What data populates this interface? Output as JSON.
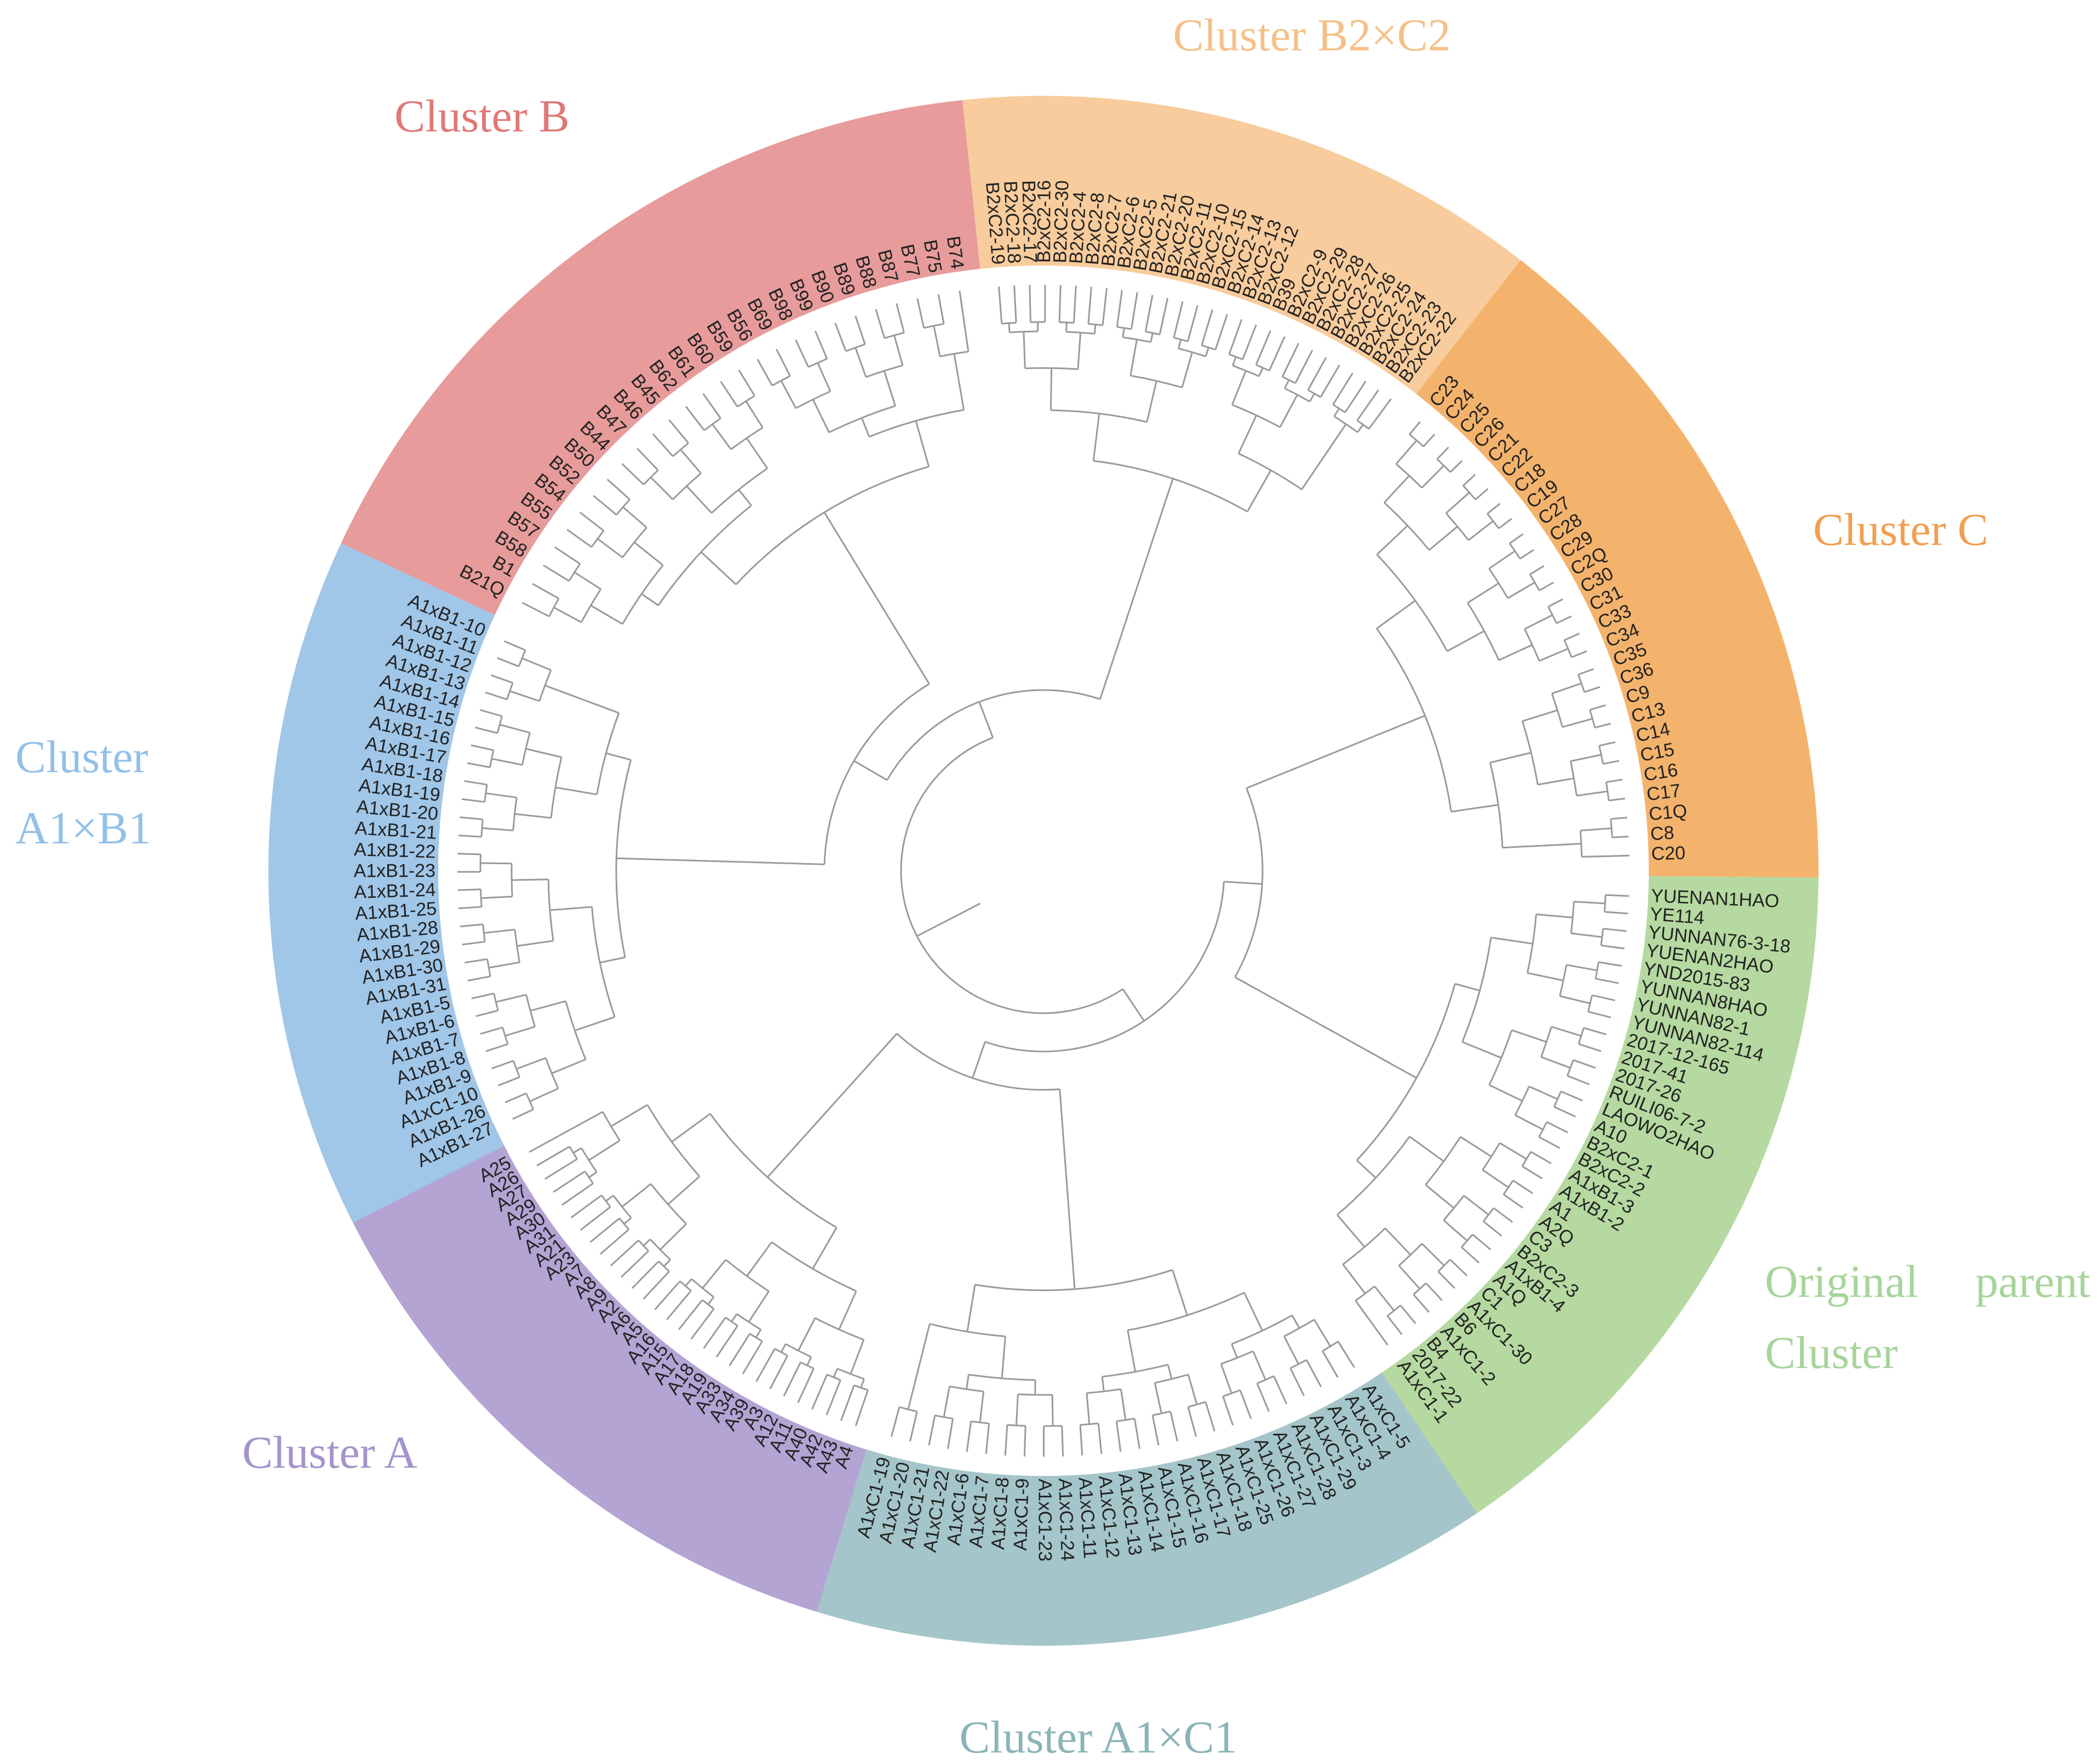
{
  "colors": {
    "cluster_b": "#e79b9b",
    "cluster_b2c2": "#f8cc9c",
    "cluster_c": "#f4b36c",
    "original_parent": "#b5d9a0",
    "cluster_a1c1": "#a4c5c9",
    "cluster_a": "#b3a4d4",
    "cluster_a1b1": "#a0c6e8",
    "branch": "#9a9a9a",
    "label_b": "#e07878",
    "label_b2c2": "#f5c088",
    "label_c": "#f0a050",
    "label_parent": "#a8d49a",
    "label_a1c1": "#8ab4b8",
    "label_a": "#a593cc",
    "label_a1b1": "#92c0e8"
  },
  "cluster_labels": {
    "cluster_b": "Cluster B",
    "cluster_b2c2": "Cluster B2×C2",
    "cluster_c": "Cluster C",
    "cluster_a1b1_line1": "Cluster",
    "cluster_a1b1_line2": "A1×B1",
    "original_parent_line1": "Original",
    "original_parent_word2": "parent",
    "original_parent_line2": "Cluster",
    "cluster_a": "Cluster A",
    "cluster_a1c1": "Cluster A1×C1"
  },
  "leaves": {
    "cluster_c": [
      "C23",
      "C24",
      "C25",
      "C26",
      "C21",
      "C22",
      "C18",
      "C19",
      "C27",
      "C28",
      "C29",
      "C2Q",
      "C30",
      "C31",
      "C33",
      "C34",
      "C35",
      "C36",
      "C9",
      "C13",
      "C14",
      "C15",
      "C16",
      "C17",
      "C1Q",
      "C8",
      "C20"
    ],
    "original_parent": [
      "YUENAN1HAO",
      "YE114",
      "YUNNAN76-3-18",
      "YUENAN2HAO",
      "YND2015-83",
      "YUNNAN8HAO",
      "YUNNAN82-1",
      "YUNNAN82-114",
      "2017-12-165",
      "2017-41",
      "2017-26",
      "RUILI06-7-2",
      "LAOWO2HAO",
      "A10",
      "B2xC2-1",
      "B2xC2-2",
      "A1xB1-3",
      "A1xB1-2",
      "A1",
      "A2Q",
      "C3",
      "B2xC2-3",
      "A1xB1-4",
      "A1Q",
      "C1",
      "A1xC1-30",
      "B6",
      "A1xC1-2",
      "B4",
      "2017-22",
      "A1xC1-1"
    ],
    "cluster_a1c1": [
      "A1xC1-5",
      "A1xC1-4",
      "A1xC1-3",
      "A1xC1-29",
      "A1xC1-28",
      "A1xC1-27",
      "A1xC1-26",
      "A1xC1-25",
      "A1xC1-18",
      "A1xC1-17",
      "A1xC1-16",
      "A1xC1-15",
      "A1xC1-14",
      "A1xC1-13",
      "A1xC1-12",
      "A1xC1-11",
      "A1xC1-24",
      "A1xC1-23",
      "A1xC1-9",
      "A1xC1-8",
      "A1xC1-7",
      "A1xC1-6",
      "A1xC1-22",
      "A1xC1-21",
      "A1xC1-20",
      "A1xC1-19"
    ],
    "cluster_a": [
      "A4",
      "A43",
      "A42",
      "A40",
      "A11",
      "A12",
      "A3",
      "A39",
      "A34",
      "A33",
      "A19",
      "A18",
      "A17",
      "A15",
      "A16",
      "A5",
      "A6",
      "A2",
      "A9",
      "A8",
      "A7",
      "A23",
      "A21",
      "A31",
      "A30",
      "A29",
      "A27",
      "A26",
      "A25"
    ],
    "cluster_a1b1": [
      "A1xB1-27",
      "A1xB1-26",
      "A1xC1-10",
      "A1xB1-9",
      "A1xB1-8",
      "A1xB1-7",
      "A1xB1-6",
      "A1xB1-5",
      "A1xB1-31",
      "A1xB1-30",
      "A1xB1-29",
      "A1xB1-28",
      "A1xB1-25",
      "A1xB1-24",
      "A1xB1-23",
      "A1xB1-22",
      "A1xB1-21",
      "A1xB1-20",
      "A1xB1-19",
      "A1xB1-18",
      "A1xB1-17",
      "A1xB1-16",
      "A1xB1-15",
      "A1xB1-14",
      "A1xB1-13",
      "A1xB1-12",
      "A1xB1-11",
      "A1xB1-10"
    ],
    "cluster_b": [
      "B21Q",
      "B1",
      "B58",
      "B57",
      "B55",
      "B54",
      "B52",
      "B50",
      "B44",
      "B47",
      "B46",
      "B45",
      "B62",
      "B61",
      "B60",
      "B59",
      "B56",
      "B69",
      "B98",
      "B99",
      "B90",
      "B89",
      "B88",
      "B87",
      "B77",
      "B75",
      "B74"
    ],
    "cluster_b2c2": [
      "B2xC2-19",
      "B2xC2-18",
      "B2xC2-17",
      "B2xC2-16",
      "B2xC2-30",
      "B2xC2-4",
      "B2xC2-8",
      "B2xC2-7",
      "B2xC2-6",
      "B2xC2-5",
      "B2xC2-21",
      "B2xC2-20",
      "B2xC2-11",
      "B2xC2-10",
      "B2xC2-15",
      "B2xC2-14",
      "B2xC2-13",
      "B2xC2-12",
      "B39",
      "B2xC2-9",
      "B2xC2-29",
      "B2xC2-28",
      "B2xC2-27",
      "B2xC2-26",
      "B2xC2-25",
      "B2xC2-24",
      "B2xC2-23",
      "B2xC2-22"
    ]
  }
}
